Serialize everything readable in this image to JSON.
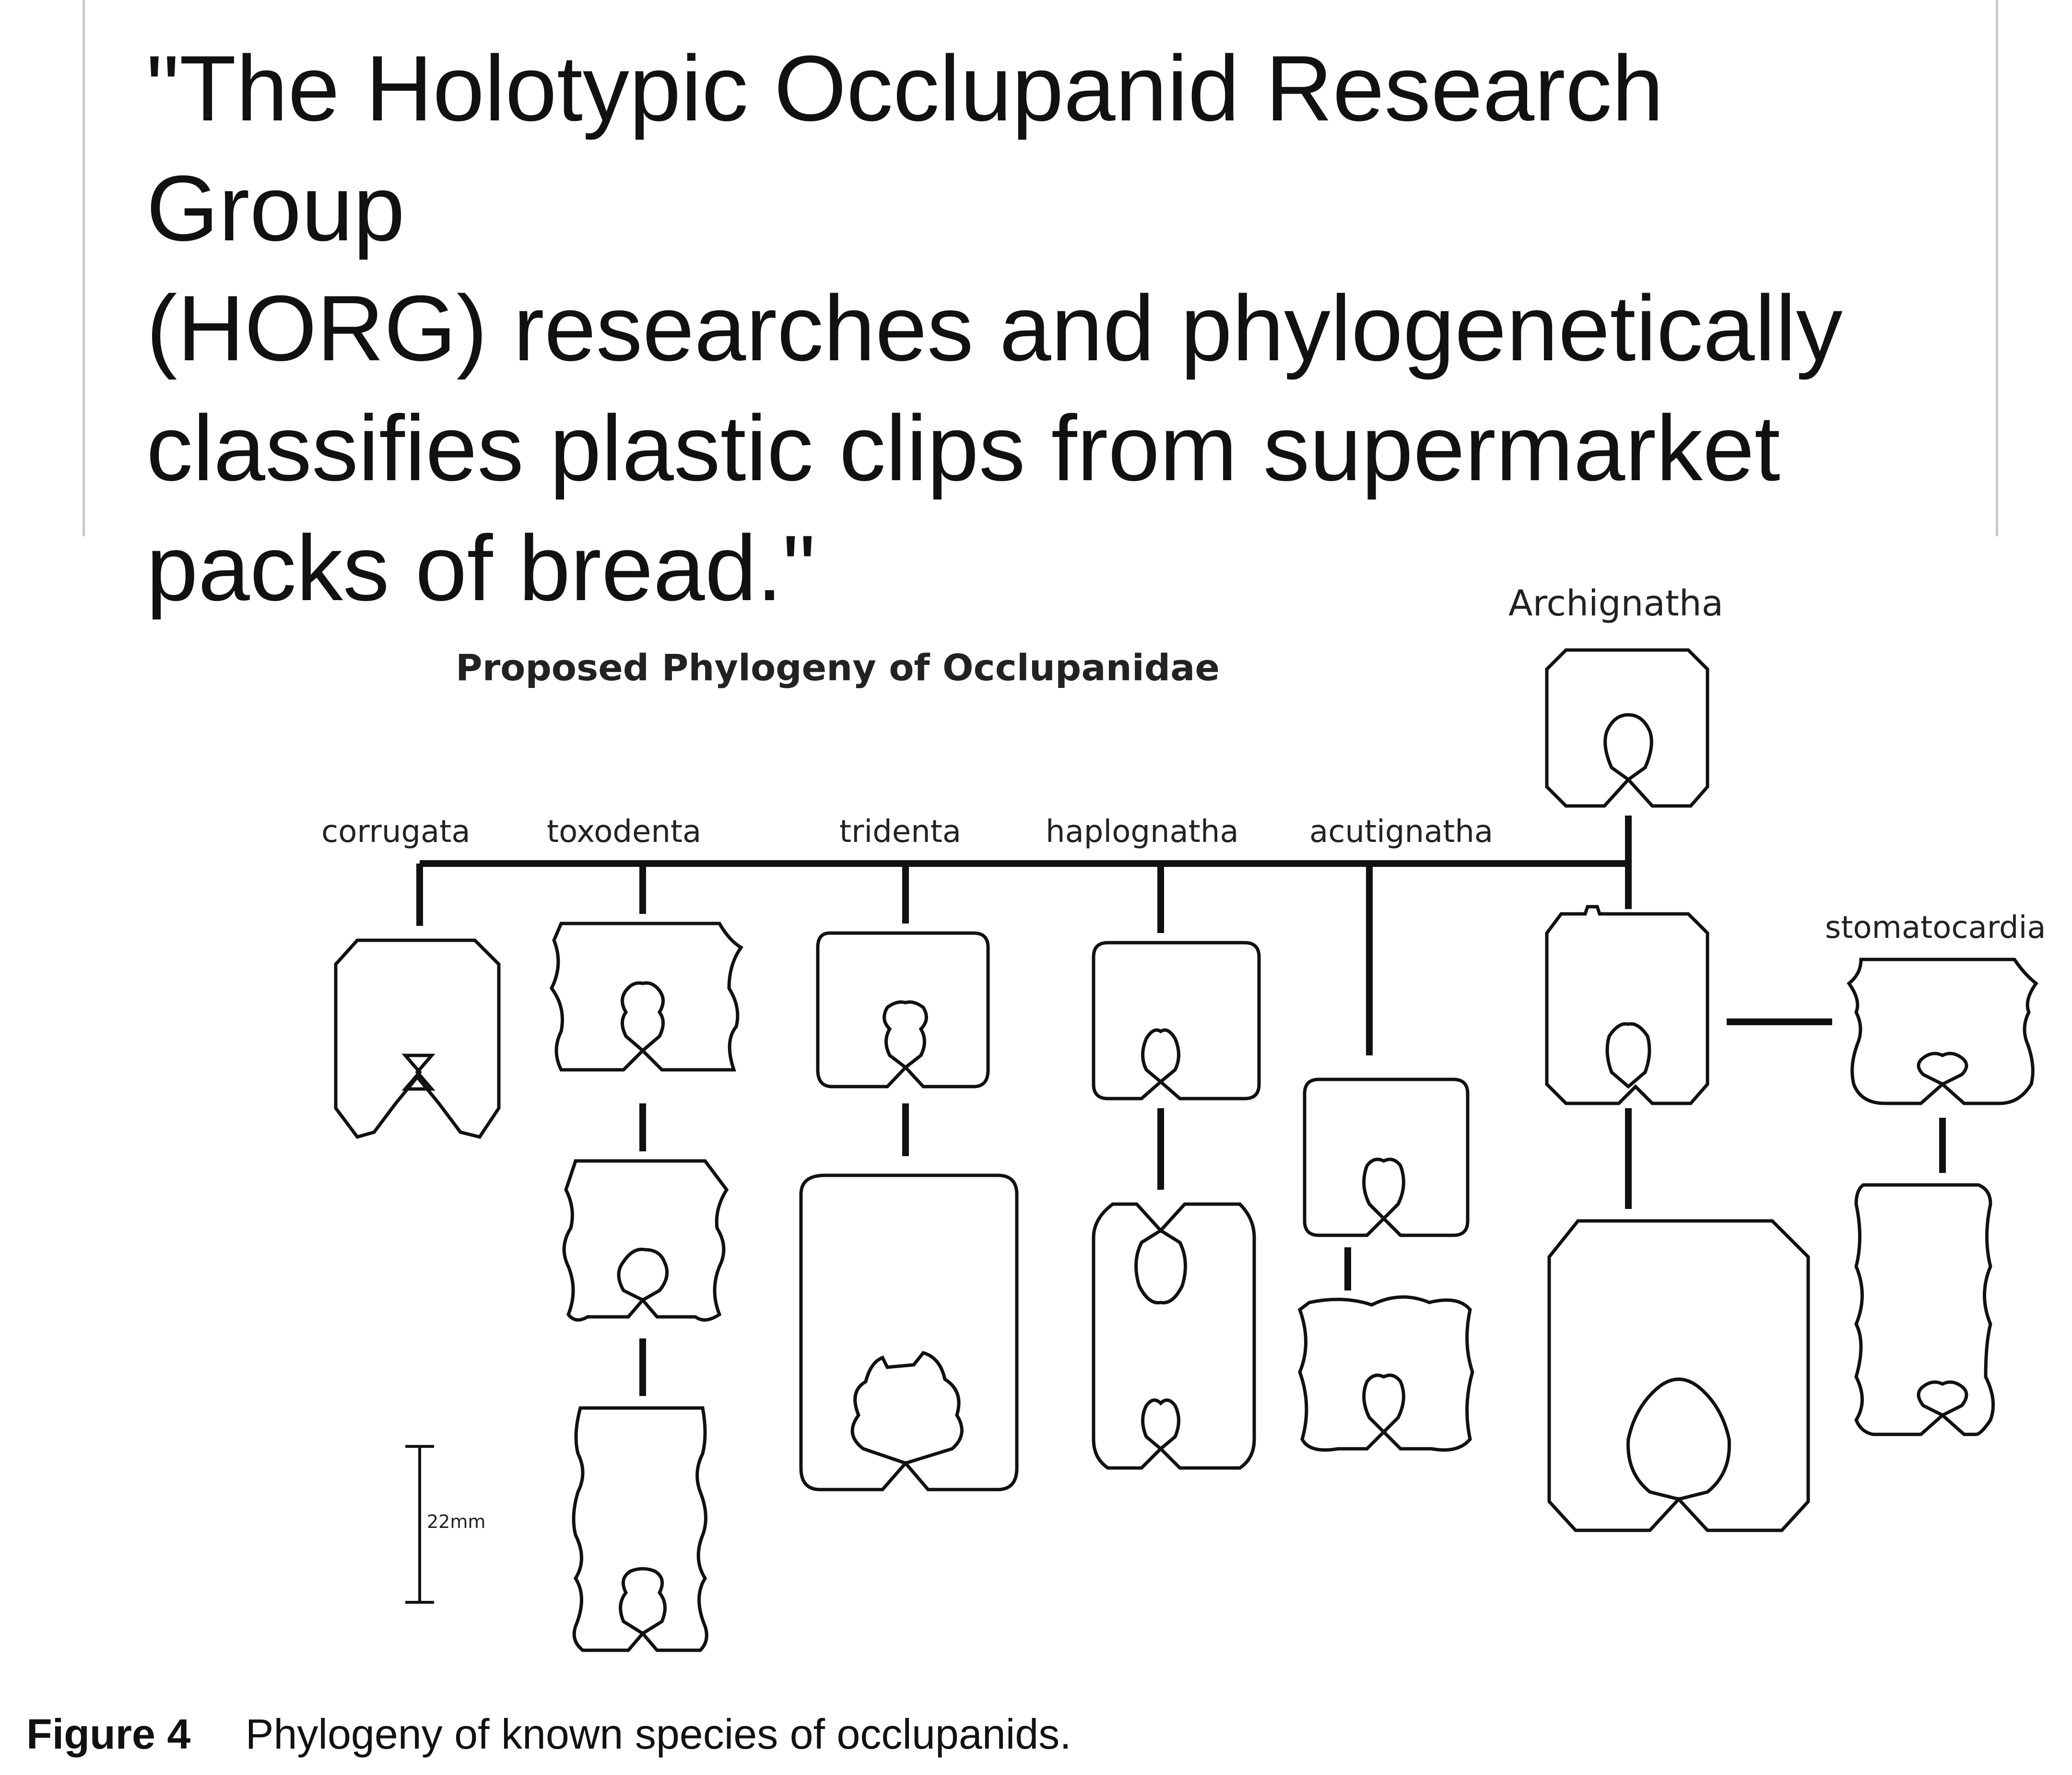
{
  "quote": {
    "lines": [
      "\"The Holotypic Occlupanid Research Group",
      "(HORG) researches and phylogenetically",
      "classifies plastic clips from supermarket",
      "packs of bread.\""
    ]
  },
  "figure": {
    "title": "Proposed Phylogeny of Occlupanidae",
    "taxa": {
      "archignatha": "Archignatha",
      "corrugata": "corrugata",
      "toxodenta": "toxodenta",
      "tridenta": "tridenta",
      "haplognatha": "haplognatha",
      "acutignatha": "acutignatha",
      "stomatocardia": "stomatocardia"
    },
    "scale_bar": {
      "label": "22mm"
    },
    "caption": {
      "number": "Figure 4",
      "text": "Phylogeny of known species of occlupanids."
    }
  },
  "colors": {
    "ink": "#111111",
    "quote_border": "#c9c9c9",
    "background": "#ffffff"
  }
}
